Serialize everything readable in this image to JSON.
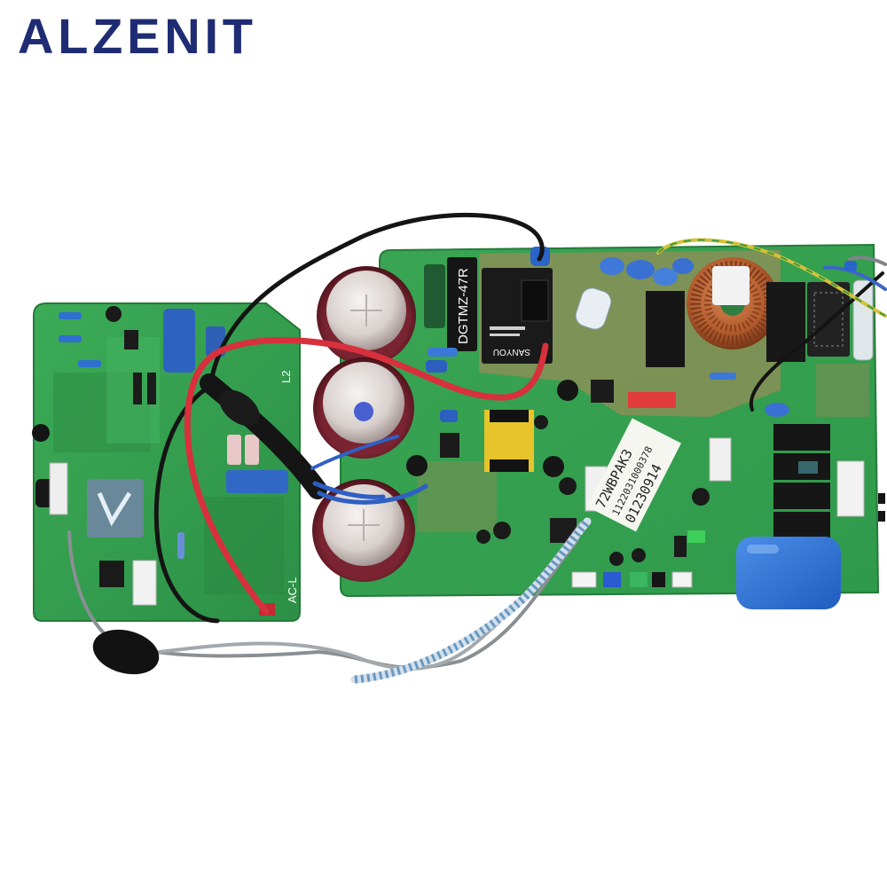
{
  "brand": {
    "name": "ALZENIT"
  },
  "board_labels": {
    "thermistor": "DGTMZ-47R",
    "relay_brand": "SANYOU",
    "left_board_ac": "AC-L",
    "left_board_l2": "L2"
  },
  "sticker": {
    "model": "72WBPAK3",
    "serial": "1122031000378",
    "date_code": "01230914"
  },
  "colors": {
    "brand": "#1f2c74",
    "pcb": "#37a14f",
    "capacitor": "#5e1a25",
    "wire_red": "#d8303d"
  },
  "icons": [
    "toroid-inductor-icon",
    "electrolytic-capacitor-icon",
    "relay-icon"
  ]
}
